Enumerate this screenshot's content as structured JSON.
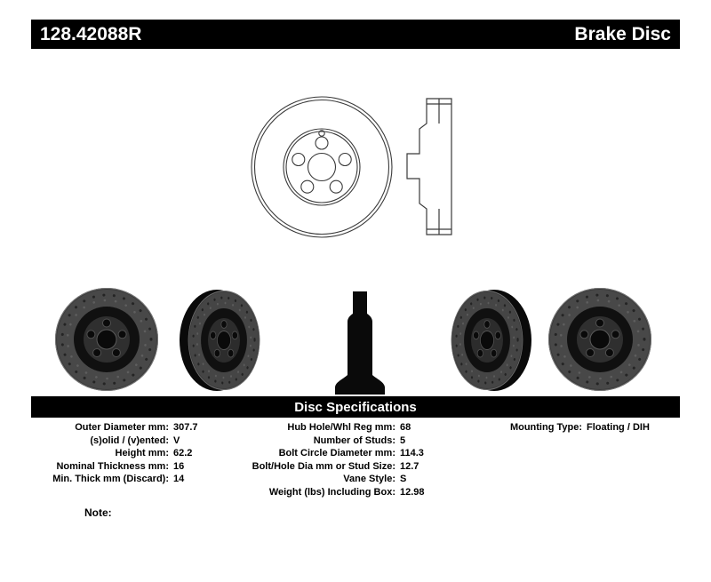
{
  "header": {
    "part_number": "128.42088R",
    "product_type": "Brake Disc"
  },
  "images": {
    "technical_front_view": "brake-disc-front-line-drawing",
    "technical_cross_section": "brake-disc-cross-section-line-drawing",
    "photo_names": [
      "rotor-front-view-left",
      "rotor-angled-view-left",
      "rotor-side-profile",
      "rotor-angled-view-right",
      "rotor-front-view-right"
    ]
  },
  "spec_header": "Disc Specifications",
  "specs": {
    "left": [
      {
        "label": "Outer Diameter mm:",
        "value": "307.7"
      },
      {
        "label": "(s)olid / (v)ented:",
        "value": "V"
      },
      {
        "label": "Height mm:",
        "value": "62.2"
      },
      {
        "label": "Nominal Thickness mm:",
        "value": "16"
      },
      {
        "label": "Min. Thick mm (Discard):",
        "value": "14"
      }
    ],
    "middle": [
      {
        "label": "Hub Hole/Whl Reg mm:",
        "value": "68"
      },
      {
        "label": "Number of Studs:",
        "value": "5"
      },
      {
        "label": "Bolt Circle Diameter mm:",
        "value": "114.3"
      },
      {
        "label": "Bolt/Hole Dia mm or Stud Size:",
        "value": "12.7"
      },
      {
        "label": "Vane Style:",
        "value": "S"
      },
      {
        "label": "Weight (lbs) Including Box:",
        "value": "12.98"
      }
    ],
    "right": [
      {
        "label": "Mounting Type:",
        "value": "Floating / DIH"
      }
    ]
  },
  "note_label": "Note:"
}
